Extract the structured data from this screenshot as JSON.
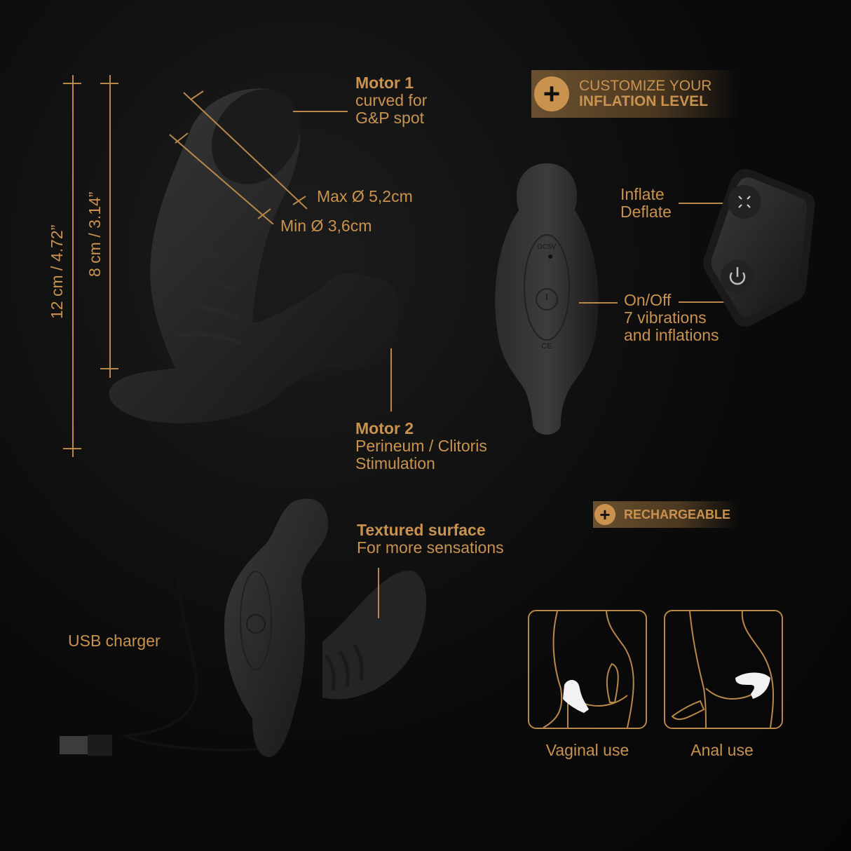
{
  "colors": {
    "accent_gold": "#c9924f",
    "line_gold": "#b8874a",
    "background": "#0b0b0b",
    "product_gray": "#2a2a2a"
  },
  "dimensions": {
    "total_length": "12 cm / 4.72”",
    "insertable_length": "8 cm / 3.14”",
    "max_diameter": "Max Ø 5,2cm",
    "min_diameter": "Min Ø 3,6cm"
  },
  "callouts": {
    "motor1": {
      "title": "Motor 1",
      "line1": "curved for",
      "line2": "G&P spot"
    },
    "motor2": {
      "title": "Motor 2",
      "line1": "Perineum / Clitoris",
      "line2": "Stimulation"
    },
    "textured": {
      "title": "Textured surface",
      "line1": "For more sensations"
    },
    "usb": {
      "label": "USB charger"
    },
    "inflate": {
      "line1": "Inflate",
      "line2": "Deflate"
    },
    "onoff": {
      "line1": "On/Off",
      "line2": "7 vibrations",
      "line3": "and inflations"
    }
  },
  "badges": {
    "inflation": {
      "icon": "plus-icon",
      "line1": "CUSTOMIZE YOUR",
      "line2": "INFLATION LEVEL"
    },
    "rechargeable": {
      "icon": "plus-icon",
      "label": "RECHARGEABLE"
    }
  },
  "device_markings": {
    "port_label": "DC5V"
  },
  "usage": [
    {
      "label": "Vaginal use",
      "icon": "vaginal-use-diagram"
    },
    {
      "label": "Anal use",
      "icon": "anal-use-diagram"
    }
  ]
}
